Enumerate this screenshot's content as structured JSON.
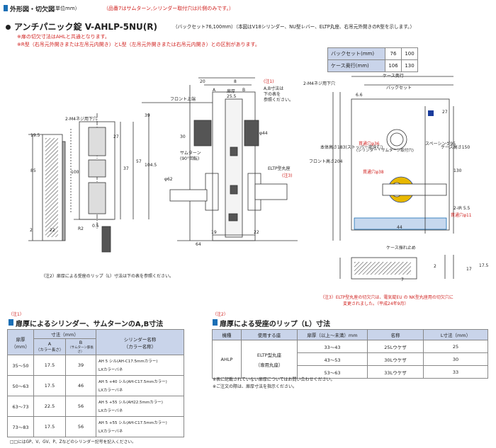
{
  "header": {
    "section_title": "外形図・切欠図",
    "unit": "（単位mm）",
    "note": "（品番7はサムターン,シリンダー取付穴は片側のみです。）"
  },
  "product": {
    "title": "アンチパニック錠 V-AHLP-5NU(R)",
    "detail": "（バックセット76,100mm）（本図はV18シリンダー、NU型レバー、ELTP丸座、右吊元外開きのR型を示します。）",
    "note1": "※扉の切欠寸法はAHLと共通となります。",
    "note2": "※R型（右吊元外開きまたは左吊元内開き）とL型（左吊元外開きまたは右吊元内開き）との区別があります。"
  },
  "spec_table": {
    "rows": [
      {
        "label": "バックセット(mm)",
        "v1": "76",
        "v2": "100"
      },
      {
        "label": "ケース奥行(mm)",
        "v1": "106",
        "v2": "130"
      }
    ]
  },
  "drawing": {
    "labels": {
      "case_depth": "ケース奥行",
      "backset": "バックセット",
      "m4": "2-M4ネジ用下穴",
      "d66": "6.6",
      "front_top": "フロント上端",
      "thumbturn": "サムターン",
      "thumbturn_angle": "(90°回転)",
      "cyl_hole": "貫通穴φ36",
      "cyl_sub": "(シリンダー・サムターン取付穴)",
      "through38": "貫通穴φ38",
      "eltp": "ELTP型丸座",
      "note3_tag": "(注3)",
      "spacing": "スペーシング95",
      "case_h": "ケース高さ150",
      "front_h": "フロント高さ204",
      "body_h": "本体高さ183(ストッパー部含む)",
      "ir": "2-IR 5.5",
      "through11": "貫通穴φ11",
      "latch": "ケース振れ止め",
      "m4_left": "2-M4ネジ用下穴",
      "note1_tag": "(注1)",
      "ab_note1": "A,B寸法は",
      "ab_note2": "下の表を",
      "ab_note3": "参照ください。",
      "sec_a": "A",
      "sec_b": "B",
      "door": "扉厚",
      "dim20": "20",
      "dim8": "8",
      "dim255": "25.5",
      "dim39": "39",
      "dim57": "57",
      "dim1045": "104.5",
      "dim195": "19.5",
      "dim85": "85",
      "dim22": "22",
      "dim27": "27",
      "dim100": "100",
      "dim37": "37",
      "dim30": "30",
      "dim62": "φ62",
      "dim44": "φ44",
      "dim19": "19",
      "dim64": "64",
      "dim22b": "22",
      "dim44b": "44",
      "dim130": "130",
      "dim27b": "27",
      "dim7": "7",
      "dim17": "17",
      "dim2": "2",
      "r2": "R2",
      "dim05": "0.5",
      "dim175": "17.5",
      "dim2b": "2"
    },
    "note2_caption": "（注2）扉厚による受座のリップ（L）寸法は下の表を参照ください。",
    "note3_line1": "（注3）ELTP型丸座の切欠穴は、電気錠EU の NK型丸座用の切欠穴に",
    "note3_line2": "変更されました。（平成24年9月）"
  },
  "cyl_table": {
    "tag": "（注1）",
    "title": "扉厚によるシリンダー、サムターンのA,B寸法",
    "h_door": "扉厚",
    "h_door_unit": "（mm）",
    "h_dim": "寸法（mm）",
    "h_a": "A",
    "h_a_sub": "（カラー長さ）",
    "h_b": "B",
    "h_b_sub": "（サムターン部長さ）",
    "h_cyl": "シリンダー名称",
    "h_cyl_sub": "（カラー名称）",
    "rows": [
      {
        "door": "35～50",
        "a": "17.5",
        "b": "39",
        "c1": "AH 5 シル(AH-C17.5mmカラー)",
        "c2": "LXカラーバネ"
      },
      {
        "door": "50～63",
        "a": "17.5",
        "b": "46",
        "c1": "AH 5 +40 シル(AH-C17.5mmカラー)",
        "c2": "LXカラーバネ"
      },
      {
        "door": "63～73",
        "a": "22.5",
        "b": "56",
        "c1": "AH 5 +55 シル(AH22.5mmカラー)",
        "c2": "LXカラーバネ"
      },
      {
        "door": "73～83",
        "a": "17.5",
        "b": "56",
        "c1": "AH 5 +55 シル(AH-C17.5mmカラー)",
        "c2": "LXカラーバネ"
      }
    ],
    "footnote": "□□にはGP、V、GV、P、Zなどのシリンダー記号を記入ください。"
  },
  "lip_table": {
    "tag": "（注2）",
    "title": "扉厚による受座のリップ（L）寸法",
    "h_model": "機種",
    "h_use": "使用する座",
    "h_door": "扉厚（以上～未満）mm",
    "h_name": "名称",
    "h_l": "L寸法（mm）",
    "model": "AHLP",
    "use1": "ELTP型丸座",
    "use2": "（専用丸座）",
    "rows": [
      {
        "door": "33～43",
        "name": "25Lウケザ",
        "l": "25"
      },
      {
        "door": "43～53",
        "name": "30Lウケザ",
        "l": "30"
      },
      {
        "door": "53～63",
        "name": "33Lウケザ",
        "l": "33"
      }
    ],
    "note1": "※表に記載されていない扉厚についてはお問い合わせください。",
    "note2": "※ご注文の際は、扉厚寸法を指示ください。"
  }
}
